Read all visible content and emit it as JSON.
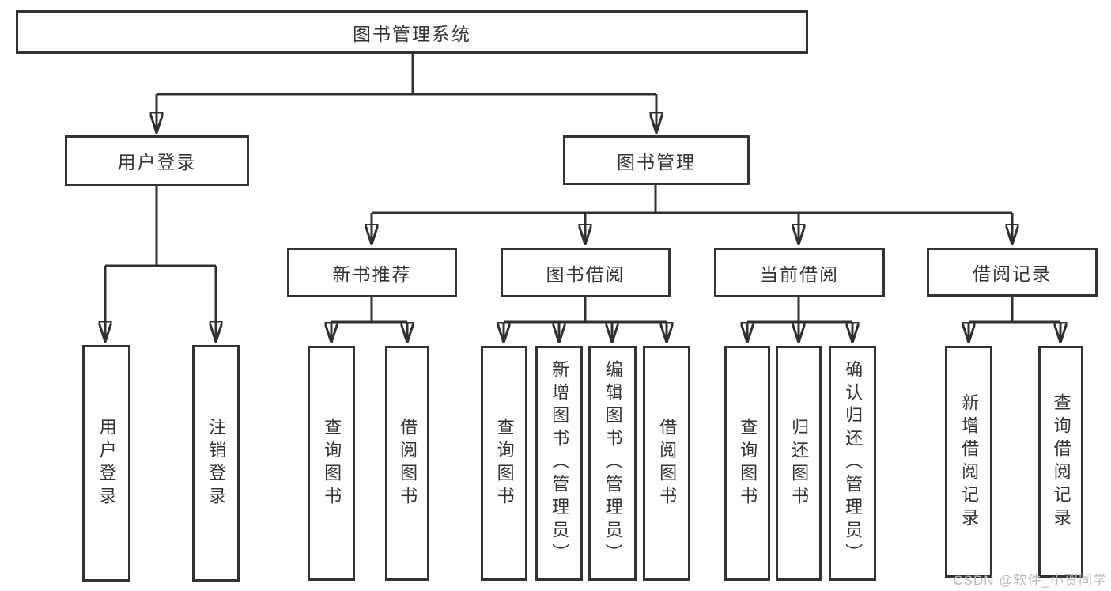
{
  "nodes": {
    "root": {
      "id": "library-management-system",
      "label": "图书管理系统"
    },
    "level2": [
      {
        "id": "user-login",
        "label": "用户登录",
        "parent": "library-management-system"
      },
      {
        "id": "book-management",
        "label": "图书管理",
        "parent": "library-management-system"
      }
    ],
    "level3": [
      {
        "id": "new-book-recommend",
        "label": "新书推荐",
        "parent": "book-management"
      },
      {
        "id": "book-borrowing",
        "label": "图书借阅",
        "parent": "book-management"
      },
      {
        "id": "current-borrowing",
        "label": "当前借阅",
        "parent": "book-management"
      },
      {
        "id": "borrowing-records",
        "label": "借阅记录",
        "parent": "book-management"
      }
    ],
    "level4": [
      {
        "id": "user-login-action",
        "label": "用户登录",
        "parent": "user-login"
      },
      {
        "id": "logout",
        "label": "注销登录",
        "parent": "user-login"
      },
      {
        "id": "search-books-recommend",
        "label": "查询图书",
        "parent": "new-book-recommend"
      },
      {
        "id": "borrow-books-recommend",
        "label": "借阅图书",
        "parent": "new-book-recommend"
      },
      {
        "id": "search-books-borrowing",
        "label": "查询图书",
        "parent": "book-borrowing"
      },
      {
        "id": "add-books-admin",
        "label": "新增图书（管理员）",
        "parent": "book-borrowing"
      },
      {
        "id": "edit-books-admin",
        "label": "编辑图书（管理员）",
        "parent": "book-borrowing"
      },
      {
        "id": "borrow-books-borrowing",
        "label": "借阅图书",
        "parent": "book-borrowing"
      },
      {
        "id": "search-books-current",
        "label": "查询图书",
        "parent": "current-borrowing"
      },
      {
        "id": "return-books",
        "label": "归还图书",
        "parent": "current-borrowing"
      },
      {
        "id": "confirm-return-admin",
        "label": "确认归还（管理员）",
        "parent": "current-borrowing"
      },
      {
        "id": "add-borrowing-record",
        "label": "新增借阅记录",
        "parent": "borrowing-records"
      },
      {
        "id": "search-borrowing-record",
        "label": "查询借阅记录",
        "parent": "borrowing-records"
      }
    ]
  },
  "watermark": "CSDN @软件_小贺同学",
  "colors": {
    "line": "#303030",
    "box_border": "#333333",
    "text": "#333333",
    "background": "#ffffff",
    "watermark": "#b9b9b9"
  }
}
